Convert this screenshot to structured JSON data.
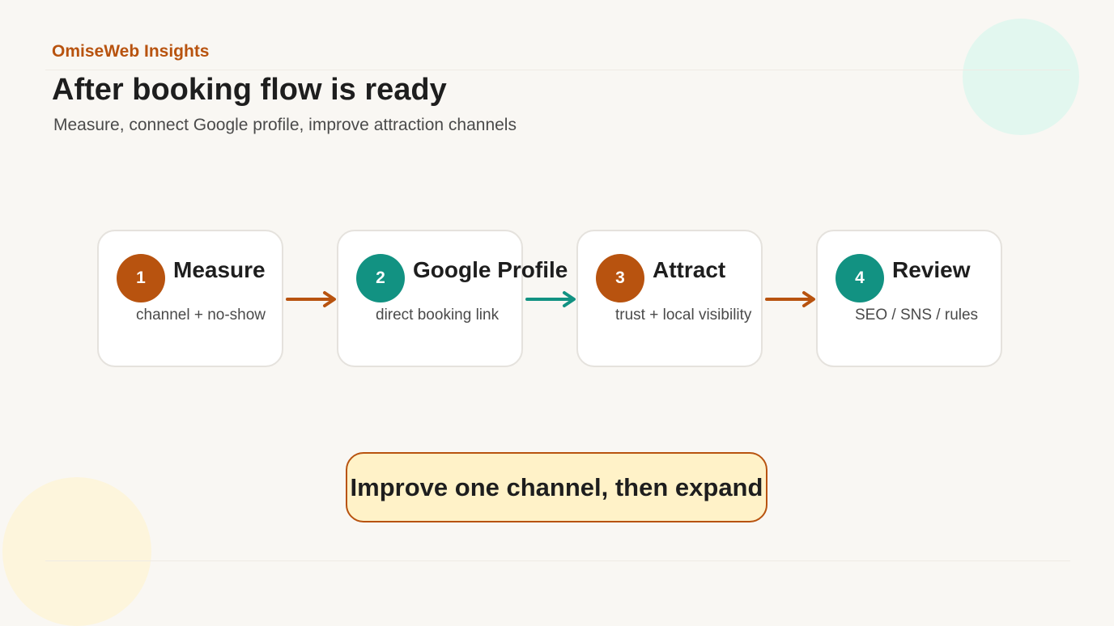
{
  "brand": "OmiseWeb Insights",
  "title": "After booking flow is ready",
  "subtitle": "Measure, connect Google profile, improve attraction channels",
  "steps": [
    {
      "number": "1",
      "title": "Measure",
      "desc": "channel + no-show",
      "color": "#b8530f"
    },
    {
      "number": "2",
      "title": "Google Profile",
      "desc": "direct booking link",
      "color": "#129282"
    },
    {
      "number": "3",
      "title": "Attract",
      "desc": "trust + local visibility",
      "color": "#b8530f"
    },
    {
      "number": "4",
      "title": "Review",
      "desc": "SEO / SNS / rules",
      "color": "#129282"
    }
  ],
  "arrows": [
    {
      "color": "#b8530f"
    },
    {
      "color": "#129282"
    },
    {
      "color": "#b8530f"
    }
  ],
  "callout": {
    "text": "Improve one channel, then expand"
  },
  "colors": {
    "accent_orange": "#b8530f",
    "accent_teal": "#129282",
    "background": "#f9f7f3",
    "callout_fill": "#fff2c8"
  }
}
